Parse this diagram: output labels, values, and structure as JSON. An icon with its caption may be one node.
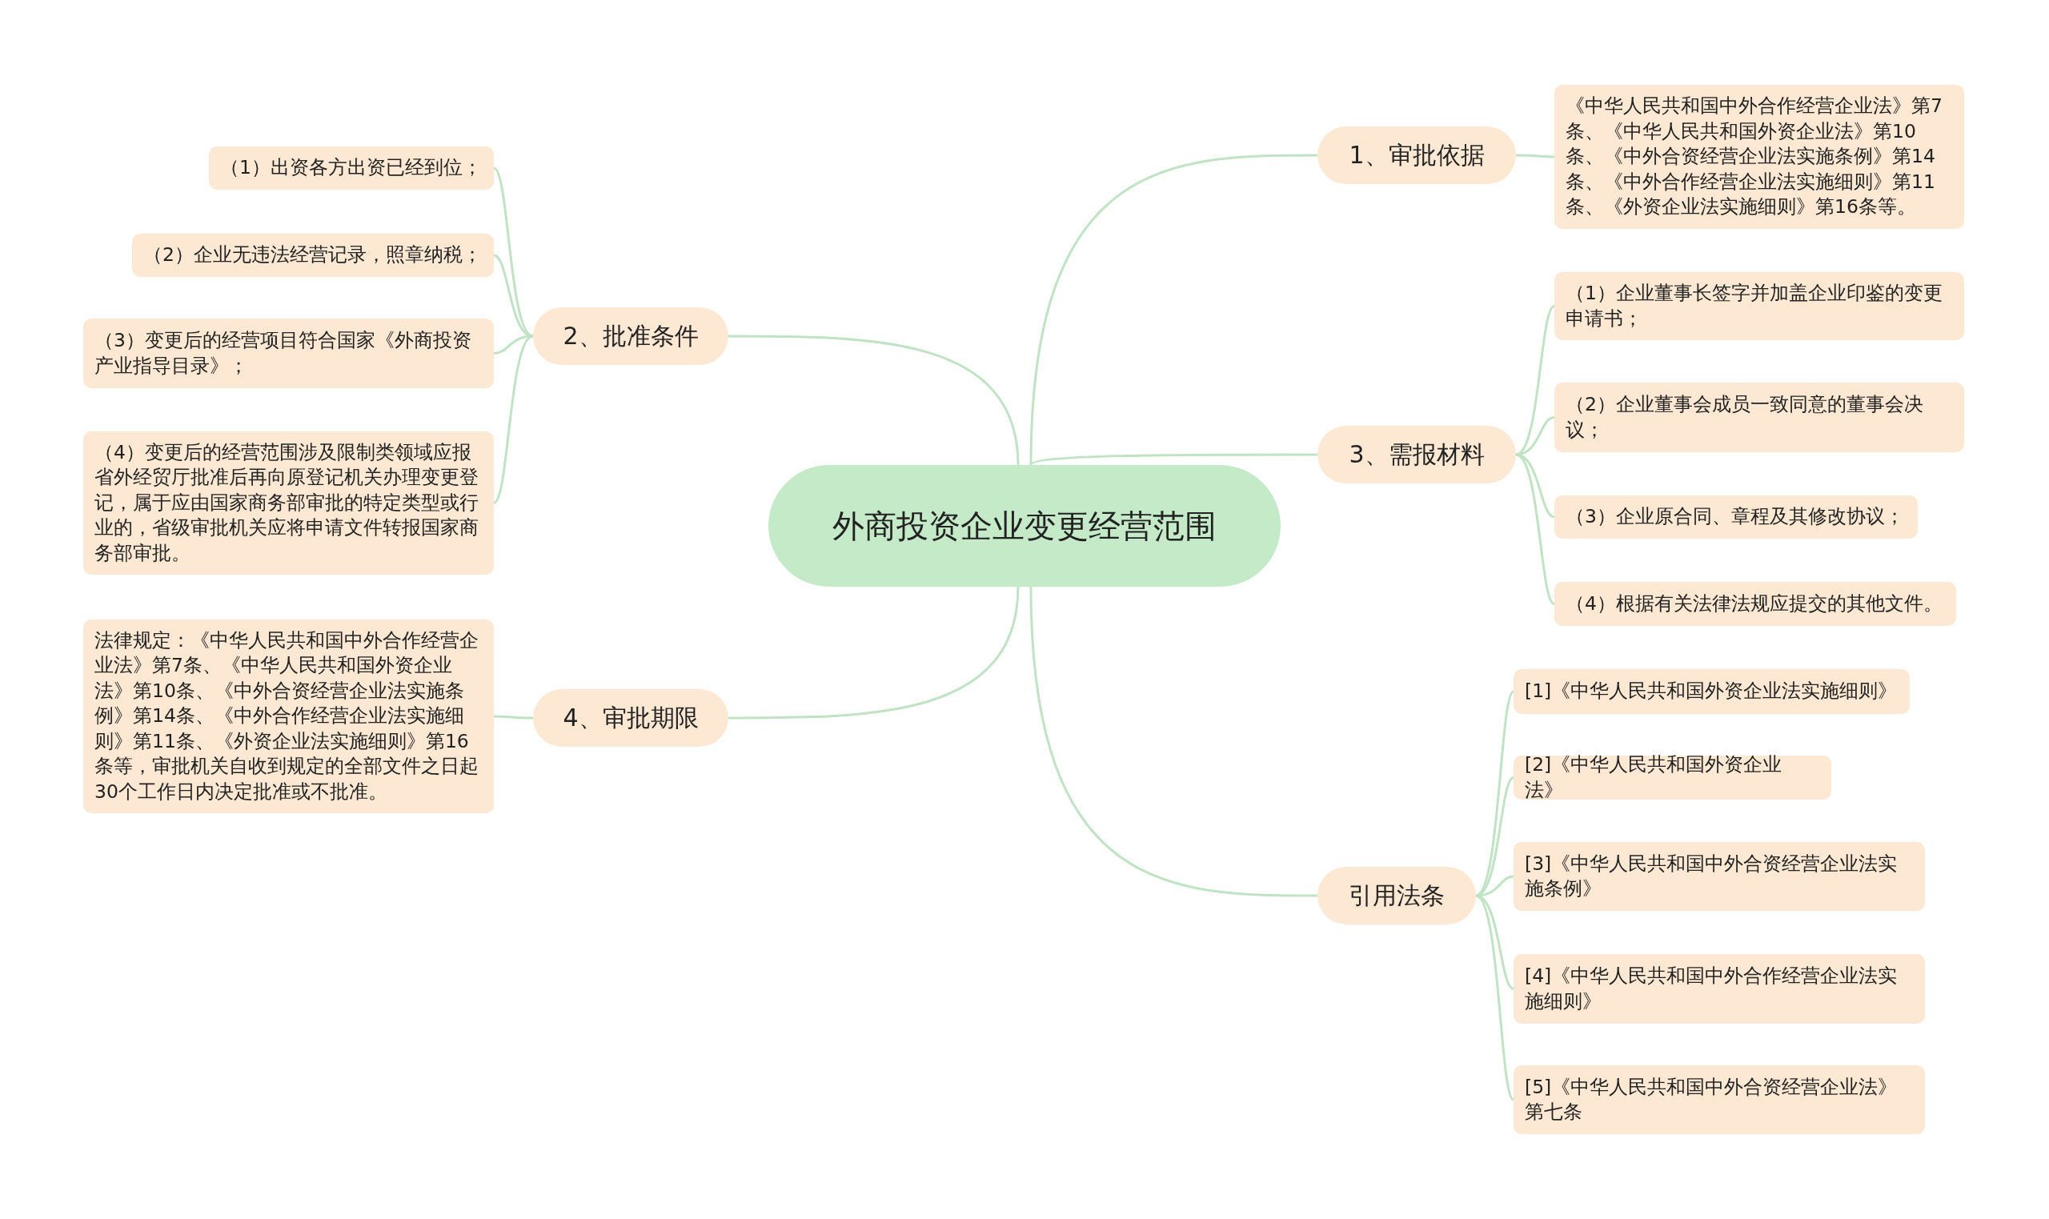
{
  "diagram": {
    "nodes": [
      {
        "text": [
          "外商投资企业变更经营范围"
        ]
      },
      {
        "text": [
          "1、审批依据"
        ]
      },
      {
        "text": [
          "《中华人民共和国中外合作经营企业法》第7条、《中华人民共和国外资企业法》第10条、《中外合资经营企业法实施条例》第14条、《中外合作经营企业法实施细则》第11条、《外资企业法实施细则》第16条等。"
        ]
      },
      {
        "text": [
          "2、批准条件"
        ]
      },
      {
        "text": [
          "（1）出资各方出资已经到位；"
        ]
      },
      {
        "text": [
          "（2）企业无违法经营记录，照章纳税；"
        ]
      },
      {
        "text": [
          "（3）变更后的经营项目符合国家《外商投资产业指导目录》；"
        ]
      },
      {
        "text": [
          "（4）变更后的经营范围涉及限制类领域应报省外经贸厅批准后再向原登记机关办理变更登记，属于应由国家商务部审批的特定类型或行业的，省级审批机关应将申请文件转报国家商务部审批。"
        ]
      },
      {
        "text": [
          "3、需报材料"
        ]
      },
      {
        "text": [
          "（1）企业董事长签字并加盖企业印鉴的变更申请书；"
        ]
      },
      {
        "text": [
          "（2）企业董事会成员一致同意的董事会决议；"
        ]
      },
      {
        "text": [
          "（3）企业原合同、章程及其修改协议；"
        ]
      },
      {
        "text": [
          "（4）根据有关法律法规应提交的其他文件。"
        ]
      },
      {
        "text": [
          "4、审批期限"
        ]
      },
      {
        "text": [
          "法律规定：《中华人民共和国中外合作经营企业法》第7条、《中华人民共和国外资企业法》第10条、《中外合资经营企业法实施条例》第14条、《中外合作经营企业法实施细则》第11条、《外资企业法实施细则》第16条等，审批机关自收到规定的全部文件之日起30个工作日内决定批准或不批准。"
        ]
      },
      {
        "text": [
          "引用法条"
        ]
      },
      {
        "text": [
          "[1]《中华人民共和国外资企业法实施细则》"
        ]
      },
      {
        "text": [
          "[2]《中华人民共和国外资企业法》"
        ]
      },
      {
        "text": [
          "[3]《中华人民共和国中外合资经营企业法实施条例》"
        ]
      },
      {
        "text": [
          "[4]《中华人民共和国中外合作经营企业法实施细则》"
        ]
      },
      {
        "text": [
          "[5]《中华人民共和国中外合资经营企业法》第七条"
        ]
      }
    ],
    "edges": [
      {
        "from": 0,
        "to": 1,
        "arrow": "none"
      },
      {
        "from": 1,
        "to": 2,
        "arrow": "none"
      },
      {
        "from": 0,
        "to": 3,
        "arrow": "none"
      },
      {
        "from": 3,
        "to": 4,
        "arrow": "none"
      },
      {
        "from": 3,
        "to": 5,
        "arrow": "none"
      },
      {
        "from": 3,
        "to": 6,
        "arrow": "none"
      },
      {
        "from": 3,
        "to": 7,
        "arrow": "none"
      },
      {
        "from": 0,
        "to": 8,
        "arrow": "none"
      },
      {
        "from": 8,
        "to": 9,
        "arrow": "none"
      },
      {
        "from": 8,
        "to": 10,
        "arrow": "none"
      },
      {
        "from": 8,
        "to": 11,
        "arrow": "none"
      },
      {
        "from": 8,
        "to": 12,
        "arrow": "none"
      },
      {
        "from": 0,
        "to": 13,
        "arrow": "none"
      },
      {
        "from": 13,
        "to": 14,
        "arrow": "none"
      },
      {
        "from": 0,
        "to": 15,
        "arrow": "none"
      },
      {
        "from": 15,
        "to": 16,
        "arrow": "none"
      },
      {
        "from": 15,
        "to": 17,
        "arrow": "none"
      },
      {
        "from": 15,
        "to": 18,
        "arrow": "none"
      },
      {
        "from": 15,
        "to": 19,
        "arrow": "none"
      },
      {
        "from": 15,
        "to": 20,
        "arrow": "none"
      }
    ]
  }
}
